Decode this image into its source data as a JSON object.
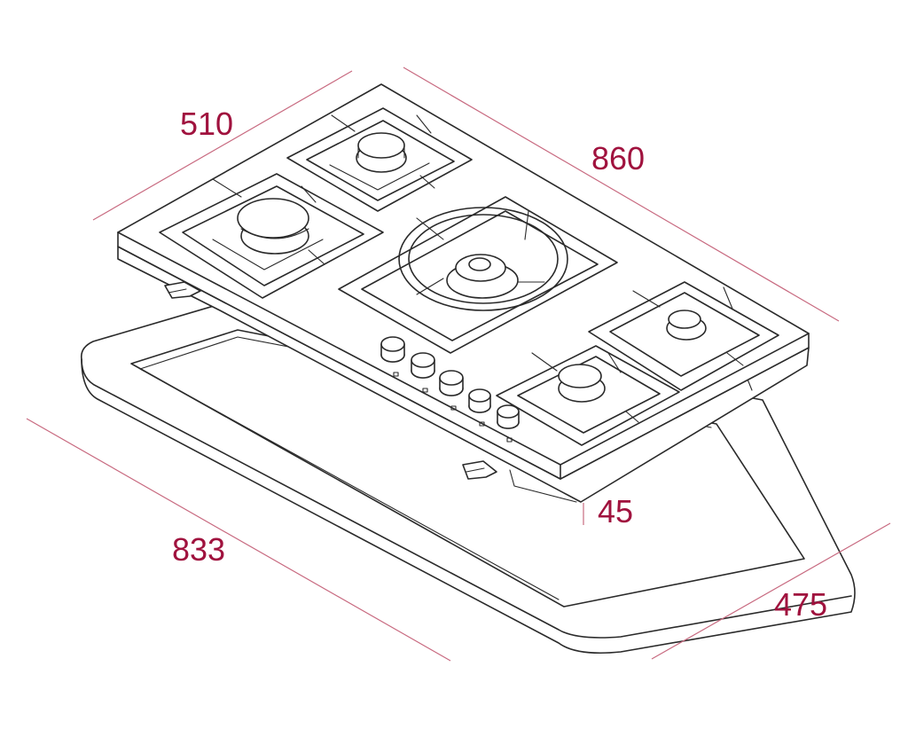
{
  "colors": {
    "dimension": "#a0123e",
    "dimension_line": "#c86a80",
    "drawing": "#2a2a2a",
    "background": "#ffffff"
  },
  "dimensions": {
    "width_depth": "510",
    "width_length": "860",
    "height": "45",
    "cutout_length": "833",
    "cutout_depth": "475"
  },
  "components": {
    "burners": [
      "burner-back-left",
      "burner-front-left",
      "burner-center-wok",
      "burner-right-back",
      "burner-right-front"
    ],
    "knobs": 5,
    "brackets": 2
  }
}
